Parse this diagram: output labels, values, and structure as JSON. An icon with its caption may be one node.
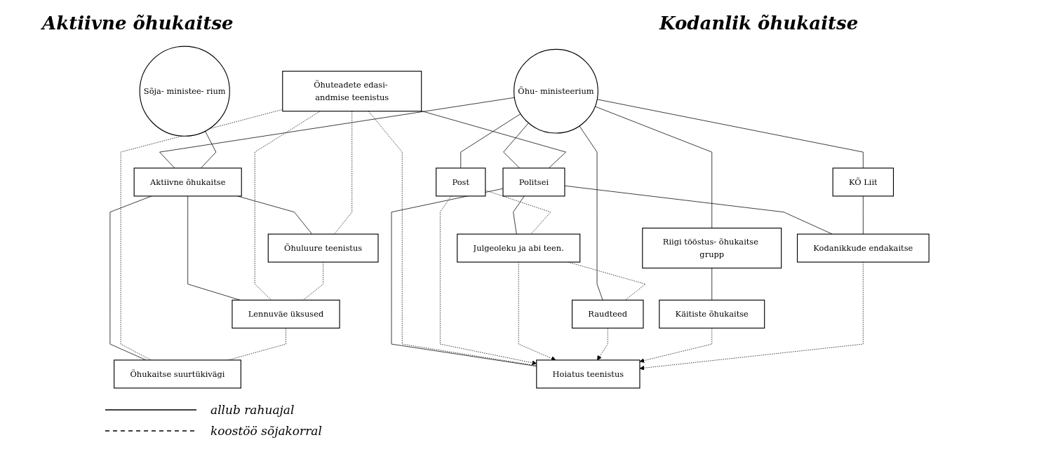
{
  "diagram": {
    "nodes": [
      {
        "text": [
          "Õhu- ministeerium"
        ]
      },
      {
        "text": [
          "Sõja- ministee- rium"
        ]
      },
      {
        "text": [
          "Õhuteadete edasi- andmise teenistus"
        ]
      },
      {
        "text": [
          "Politsei"
        ]
      },
      {
        "text": [
          "Aktiivne õhukaitse"
        ]
      },
      {
        "text": [
          "Hoiatus teenistus"
        ]
      },
      {
        "text": [
          "Riigi tööstus- õhukaitse grupp"
        ]
      },
      {
        "text": [
          "KÕ Liit"
        ]
      },
      {
        "text": [
          "Õhuluure teenistus"
        ]
      },
      {
        "text": [
          "Lennuväe üksused"
        ]
      },
      {
        "text": [
          "Õhukaitse suurtükivägi"
        ]
      },
      {
        "text": [
          "Post"
        ]
      },
      {
        "text": [
          "Julgeoleku ja abi teen."
        ]
      },
      {
        "text": [
          "Raudteed"
        ]
      },
      {
        "text": [
          "Käitiste õhukaitse"
        ]
      },
      {
        "text": [
          "Kodanikkude endakaitse"
        ]
      }
    ],
    "edges": [
      {
        "from": 0,
        "to": 4,
        "arrow": "none"
      },
      {
        "from": 1,
        "to": 4,
        "arrow": "none"
      },
      {
        "from": 0,
        "to": 11,
        "arrow": "none"
      },
      {
        "from": 0,
        "to": 3,
        "arrow": "none"
      },
      {
        "from": 0,
        "to": 13,
        "arrow": "none"
      },
      {
        "from": 0,
        "to": 6,
        "arrow": "none"
      },
      {
        "from": 0,
        "to": 7,
        "arrow": "none"
      },
      {
        "from": 2,
        "to": 3,
        "arrow": "none"
      },
      {
        "from": 3,
        "to": 5,
        "arrow": "none"
      },
      {
        "from": 3,
        "to": 12,
        "arrow": "none"
      },
      {
        "from": 3,
        "to": 15,
        "arrow": "none"
      },
      {
        "from": 6,
        "to": 14,
        "arrow": "none"
      },
      {
        "from": 7,
        "to": 15,
        "arrow": "none"
      },
      {
        "from": 4,
        "to": 8,
        "arrow": "none"
      },
      {
        "from": 4,
        "to": 9,
        "arrow": "none"
      },
      {
        "from": 4,
        "to": 10,
        "arrow": "none"
      },
      {
        "from": 2,
        "to": 8,
        "arrow": "none",
        "style": "dashed"
      },
      {
        "from": 2,
        "to": 9,
        "arrow": "none",
        "style": "dashed"
      },
      {
        "from": 2,
        "to": 10,
        "arrow": "none",
        "style": "dashed"
      },
      {
        "from": 2,
        "to": 5,
        "arrow": "none",
        "style": "dashed"
      },
      {
        "from": 8,
        "to": 9,
        "arrow": "none",
        "style": "dashed"
      },
      {
        "from": 9,
        "to": 10,
        "arrow": "none",
        "style": "dashed"
      },
      {
        "from": 11,
        "to": 5,
        "arrow": "to",
        "style": "dashed"
      },
      {
        "from": 12,
        "to": 5,
        "arrow": "to",
        "style": "dashed"
      },
      {
        "from": 13,
        "to": 5,
        "arrow": "to",
        "style": "dashed"
      },
      {
        "from": 14,
        "to": 5,
        "arrow": "to",
        "style": "dashed"
      },
      {
        "from": 15,
        "to": 5,
        "arrow": "to",
        "style": "dashed"
      },
      {
        "from": 11,
        "to": 12,
        "arrow": "none",
        "style": "dashed"
      },
      {
        "from": 12,
        "to": 13,
        "arrow": "none",
        "style": "dashed"
      }
    ],
    "labels": [
      "Aktiivne õhukaitse",
      "Kodanlik õhukaitse"
    ],
    "legend": [
      {
        "text": "allub rahuajal"
      },
      {
        "text": "koostöö sõjakorral"
      }
    ]
  }
}
